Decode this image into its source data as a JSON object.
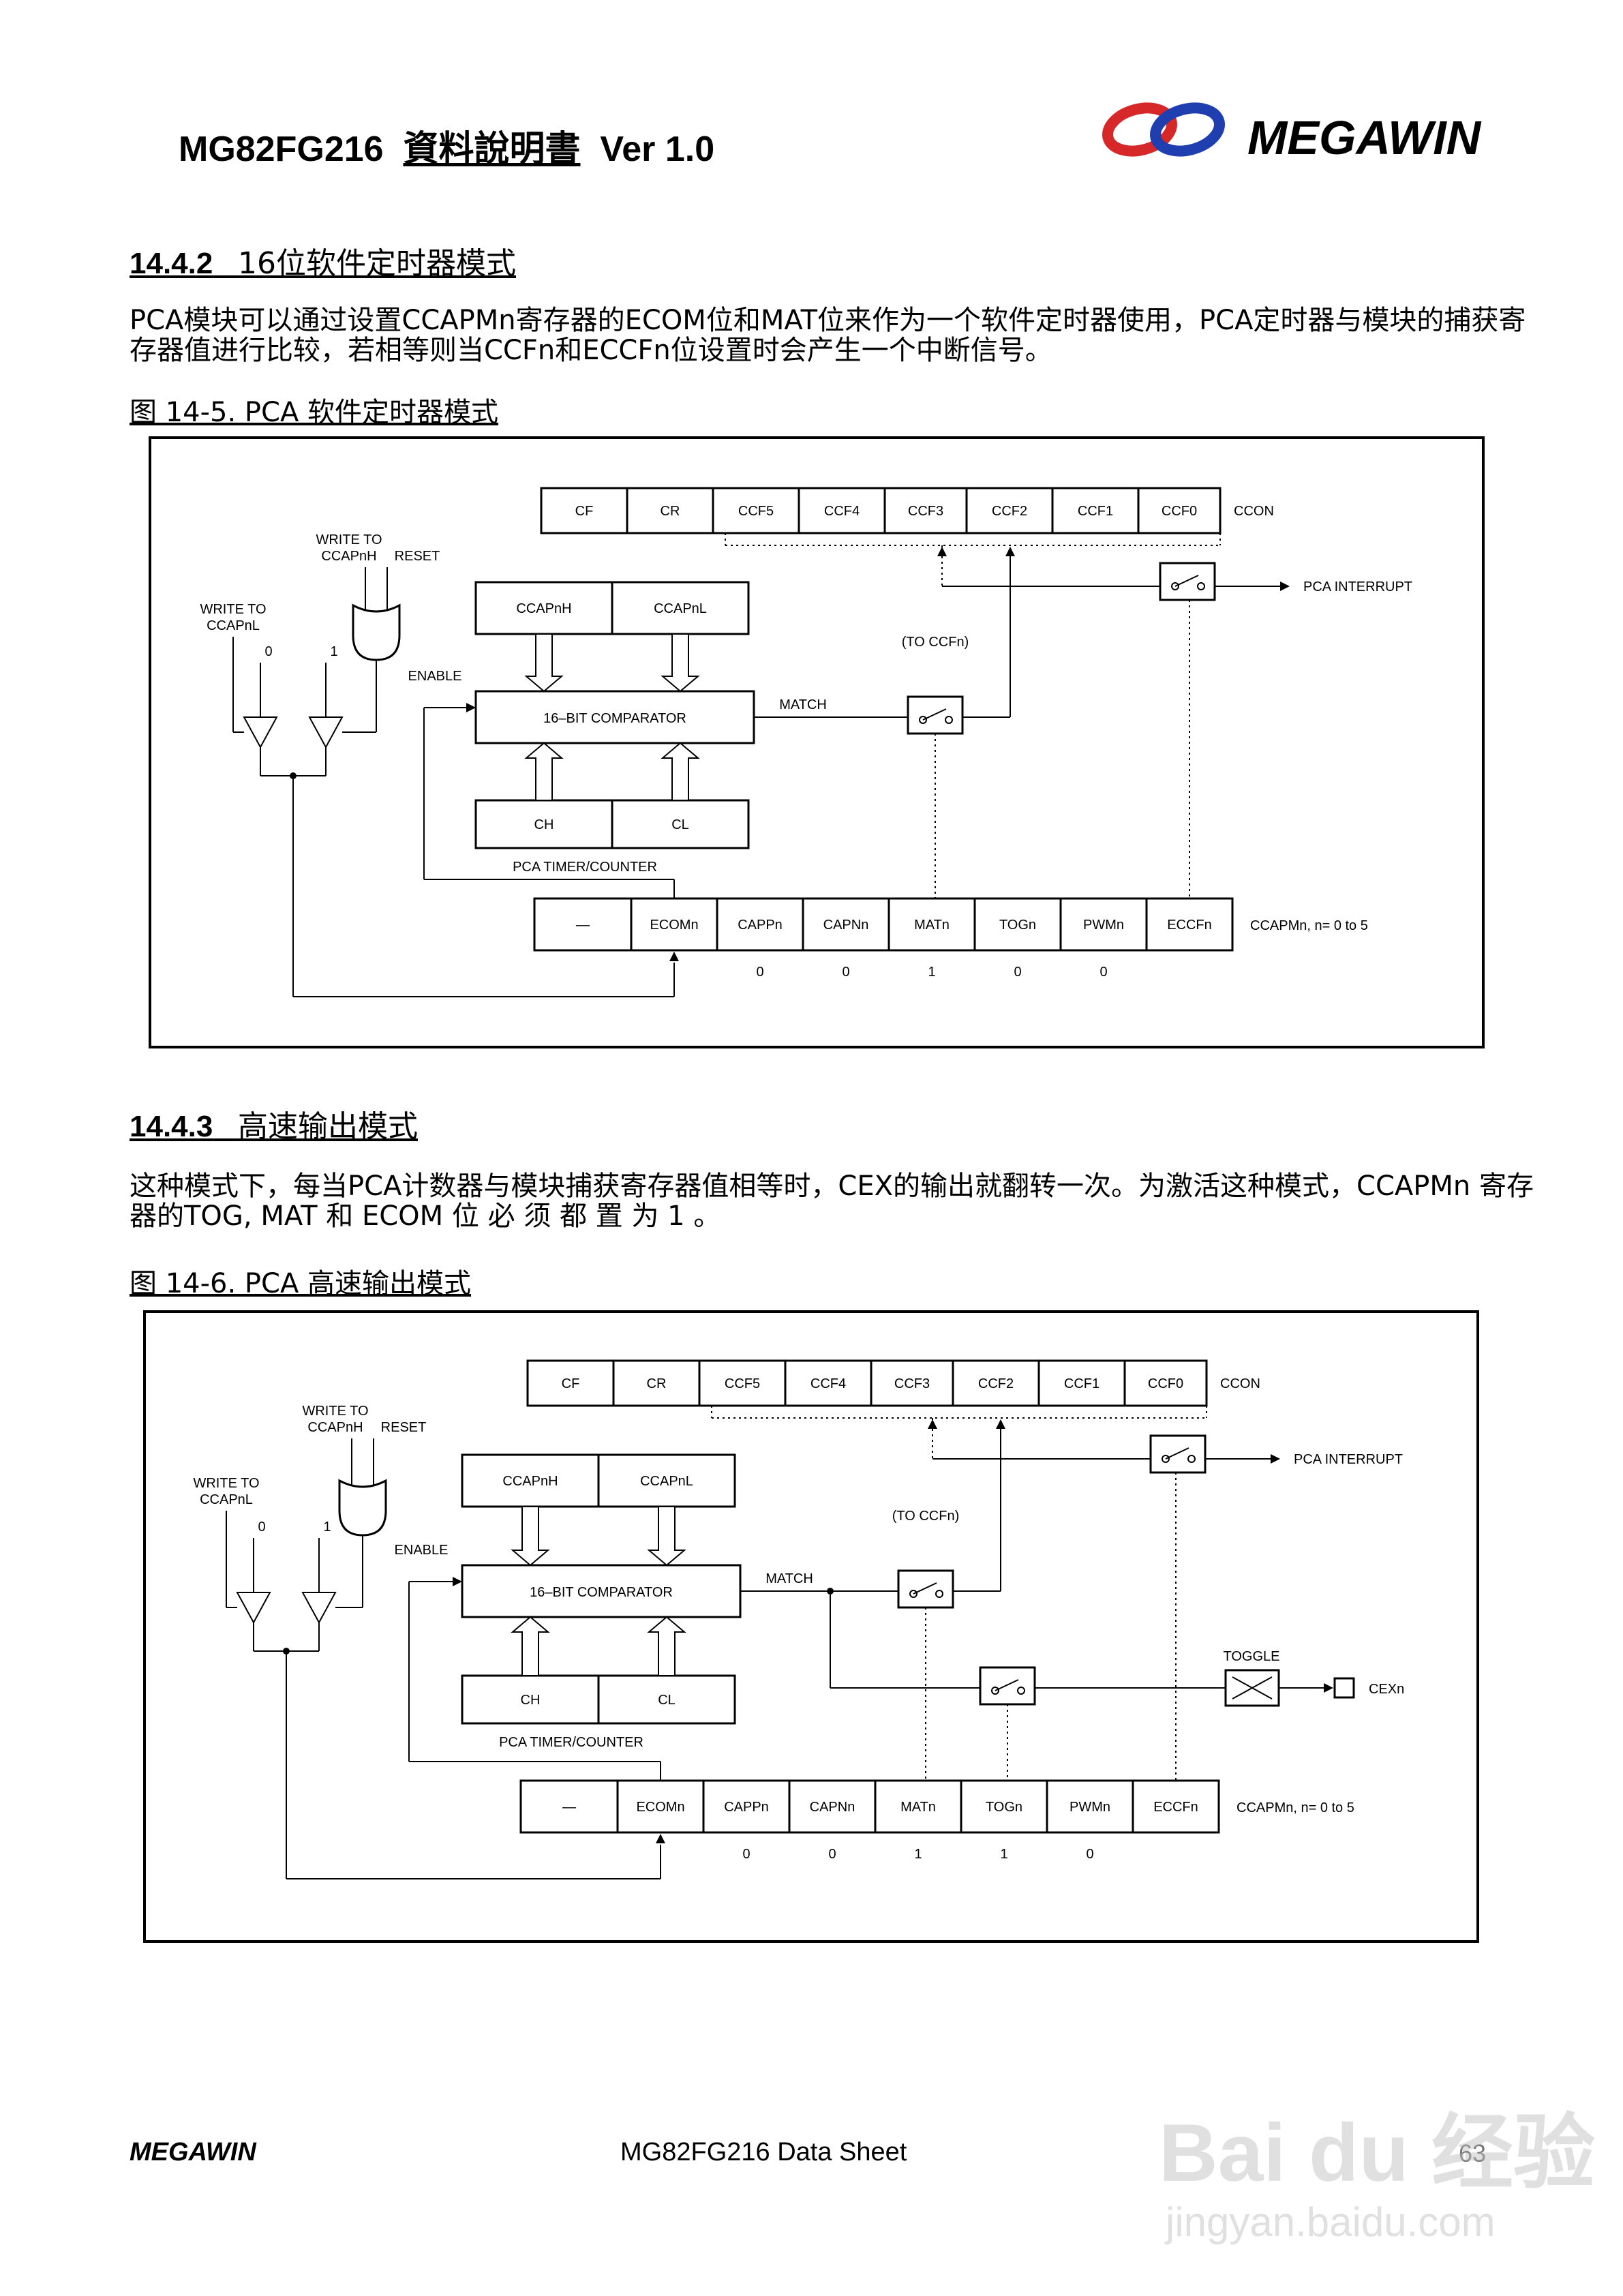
{
  "header": {
    "title_en": "MG82FG216",
    "title_cn": "資料說明書",
    "title_ver": "Ver 1.0",
    "brand": "MEGAWIN"
  },
  "section1": {
    "number": "14.4.2",
    "title": "16位软件定时器模式",
    "paragraph": "PCA模块可以通过设置CCAPMn寄存器的ECOM位和MAT位来作为一个软件定时器使用，PCA定时器与模块的捕获寄存器值进行比较，若相等则当CCFn和ECCFn位设置时会产生一个中断信号。",
    "caption": "图  14-5.   PCA  软件定时器模式"
  },
  "section2": {
    "number": "14.4.3",
    "title": "高速输出模式",
    "paragraph": "这种模式下，每当PCA计数器与模块捕获寄存器值相等时，CEX的输出就翻转一次。为激活这种模式，CCAPMn  寄存器的TOG, MAT   和   ECOM   位 必 须 都 置 为 1 。",
    "caption": "图  14-6.   PCA  高速输出模式"
  },
  "diagram": {
    "ccon_bits": [
      "CF",
      "CR",
      "CCF5",
      "CCF4",
      "CCF3",
      "CCF2",
      "CCF1",
      "CCF0"
    ],
    "ccon_label": "CCON",
    "ccapmn_bits": [
      "—",
      "ECOMn",
      "CAPPn",
      "CAPNn",
      "MATn",
      "TOGn",
      "PWMn",
      "ECCFn"
    ],
    "ccapmn_label": "CCAPMn, n= 0 to 5",
    "ccap_regs": [
      "CCAPnH",
      "CCAPnL"
    ],
    "timer_regs": [
      "CH",
      "CL"
    ],
    "timer_label": "PCA TIMER/COUNTER",
    "comparator": "16–BIT COMPARATOR",
    "write_ccapnh": [
      "WRITE TO",
      "CCAPnH"
    ],
    "write_ccapnl": [
      "WRITE TO",
      "CCAPnL"
    ],
    "reset": "RESET",
    "enable": "ENABLE",
    "match": "MATCH",
    "to_ccfn": "(TO CCFn)",
    "pca_interrupt": "PCA INTERRUPT",
    "toggle": "TOGGLE",
    "cexn": "CEXn",
    "gate_in0": "0",
    "gate_in1": "1",
    "fig1_values": [
      "",
      "",
      "0",
      "0",
      "1",
      "0",
      "0",
      ""
    ],
    "fig2_values": [
      "",
      "",
      "0",
      "0",
      "1",
      "1",
      "0",
      ""
    ]
  },
  "footer": {
    "brand": "MEGAWIN",
    "doc": "MG82FG216 Data Sheet",
    "page": "63"
  },
  "watermark": {
    "big": "Bai du 经验",
    "small": "jingyan.baidu.com"
  }
}
